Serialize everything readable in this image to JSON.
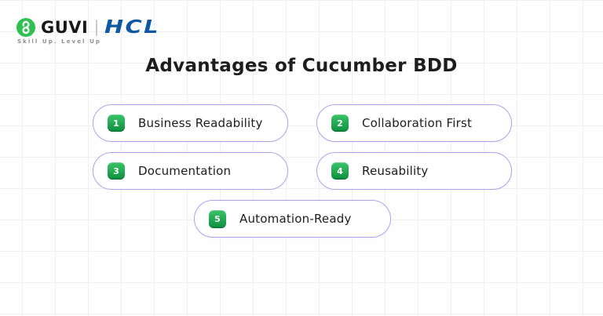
{
  "brand": {
    "guvi_label": "GUVI",
    "hcl_label": "HCL",
    "tagline": "Skill Up. Level Up"
  },
  "title": "Advantages of Cucumber BDD",
  "advantages": [
    {
      "number": "1",
      "label": "Business Readability"
    },
    {
      "number": "2",
      "label": "Collaboration First"
    },
    {
      "number": "3",
      "label": "Documentation"
    },
    {
      "number": "4",
      "label": "Reusability"
    },
    {
      "number": "5",
      "label": "Automation-Ready"
    }
  ],
  "colors": {
    "guvi_green": "#2EC151",
    "hcl_blue": "#0E57A5",
    "pill_border": "#B59EF1",
    "badge_green_top": "#3CC468",
    "badge_green_bottom": "#0B8F3E",
    "grid_line": "#F0F0F2",
    "text_dark": "#1D1D1F",
    "tagline_gray": "#8F8F8F"
  }
}
